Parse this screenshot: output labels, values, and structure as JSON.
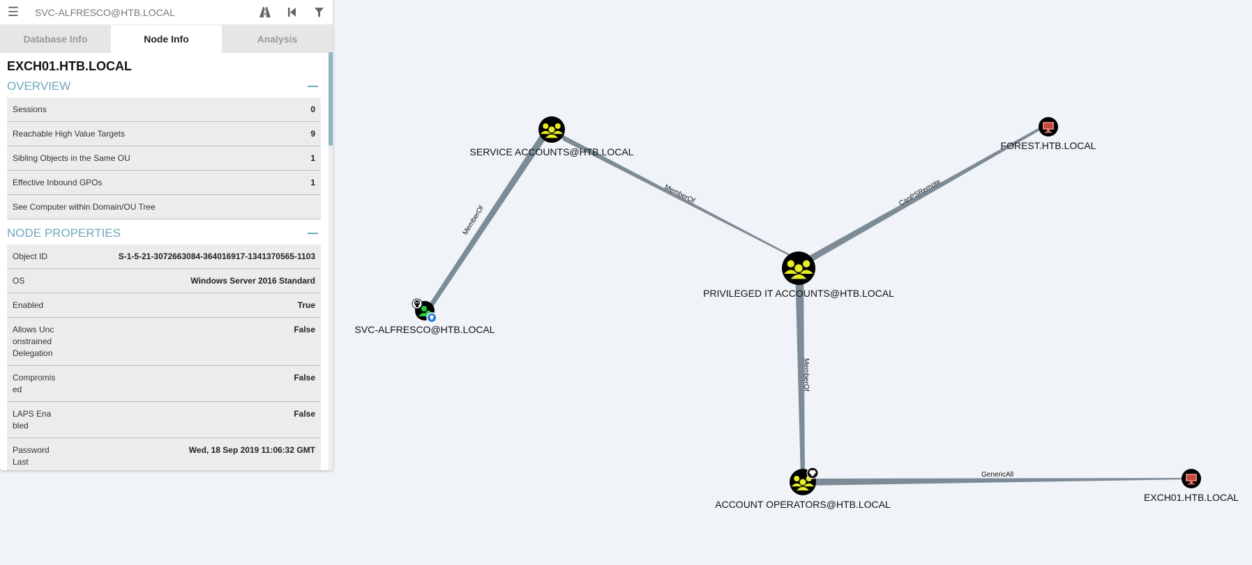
{
  "search": {
    "value": "SVC-ALFRESCO@HTB.LOCAL"
  },
  "toolbar": {
    "pathfinding_icon": "road-icon",
    "back_icon": "step-back-icon",
    "filter_icon": "filter-icon"
  },
  "tabs": [
    {
      "label": "Database Info",
      "active": false
    },
    {
      "label": "Node Info",
      "active": true
    },
    {
      "label": "Analysis",
      "active": false
    }
  ],
  "node": {
    "title": "EXCH01.HTB.LOCAL",
    "overview": {
      "header": "OVERVIEW",
      "rows": [
        {
          "key": "Sessions",
          "value": "0"
        },
        {
          "key": "Reachable High Value Targets",
          "value": "9"
        },
        {
          "key": "Sibling Objects in the Same OU",
          "value": "1"
        },
        {
          "key": "Effective Inbound GPOs",
          "value": "1"
        },
        {
          "key": "See Computer within Domain/OU Tree",
          "value": ""
        }
      ]
    },
    "properties": {
      "header": "NODE PROPERTIES",
      "rows": [
        {
          "key": "Object ID",
          "value": "S-1-5-21-3072663084-364016917-1341370565-1103"
        },
        {
          "key": "OS",
          "value": "Windows Server 2016 Standard"
        },
        {
          "key": "Enabled",
          "value": "True"
        },
        {
          "key": "Allows Unconstrained Delegation",
          "value": "False"
        },
        {
          "key": "Compromised",
          "value": "False"
        },
        {
          "key": "LAPS Enabled",
          "value": "False"
        },
        {
          "key": "Password Last",
          "value": "Wed, 18 Sep 2019 11:06:32 GMT"
        }
      ]
    }
  },
  "graph": {
    "nodes": {
      "service_accounts": {
        "label": "SERVICE ACCOUNTS@HTB.LOCAL",
        "kind": "group"
      },
      "forest": {
        "label": "FOREST.HTB.LOCAL",
        "kind": "computer"
      },
      "privileged_it": {
        "label": "PRIVILEGED IT ACCOUNTS@HTB.LOCAL",
        "kind": "group"
      },
      "svc_alfresco": {
        "label": "SVC-ALFRESCO@HTB.LOCAL",
        "kind": "user"
      },
      "account_operators": {
        "label": "ACCOUNT OPERATORS@HTB.LOCAL",
        "kind": "group"
      },
      "exch01": {
        "label": "EXCH01.HTB.LOCAL",
        "kind": "computer"
      }
    },
    "edges": {
      "alfresco_service": "MemberOf",
      "service_privileged": "MemberOf",
      "privileged_forest": "CanPSRemote",
      "privileged_operators": "MemberOf",
      "operators_exch01": "GenericAll"
    }
  },
  "colors": {
    "group": "#e8ee22",
    "user": "#22cc44",
    "computer": "#e07a6f",
    "edge": "#7c8b96",
    "section": "#6fa8bd",
    "background": "#f0f3f8"
  }
}
